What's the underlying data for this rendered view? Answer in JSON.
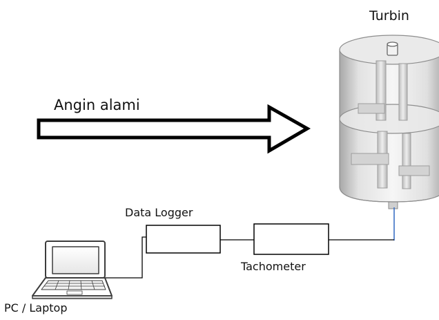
{
  "labels": {
    "turbine": "Turbin",
    "wind": "Angin alami",
    "data_logger": "Data Logger",
    "tachometer": "Tachometer",
    "pc": "PC / Laptop"
  }
}
